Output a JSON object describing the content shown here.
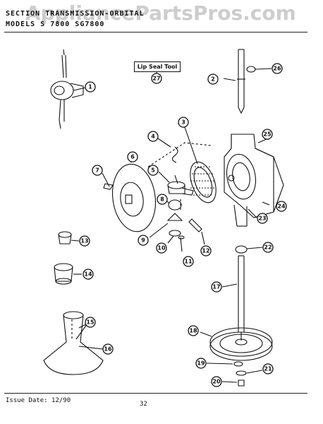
{
  "header": {
    "section_label": "SECTION",
    "section_value": "TRANSMISSION-ORBITAL",
    "model_label": "MODELS",
    "model_value": "S 7800  SG7800"
  },
  "watermark": "AppliancePartsPros.com",
  "tool_label": "Lip Seal Tool",
  "callouts": [
    "1",
    "2",
    "3",
    "4",
    "5",
    "6",
    "7",
    "8",
    "9",
    "10",
    "11",
    "12",
    "13",
    "14",
    "15",
    "16",
    "17",
    "18",
    "19",
    "20",
    "21",
    "22",
    "23",
    "24",
    "25",
    "26",
    "27"
  ],
  "footer": {
    "issue": "Issue Date: 12/90",
    "page": "32"
  }
}
